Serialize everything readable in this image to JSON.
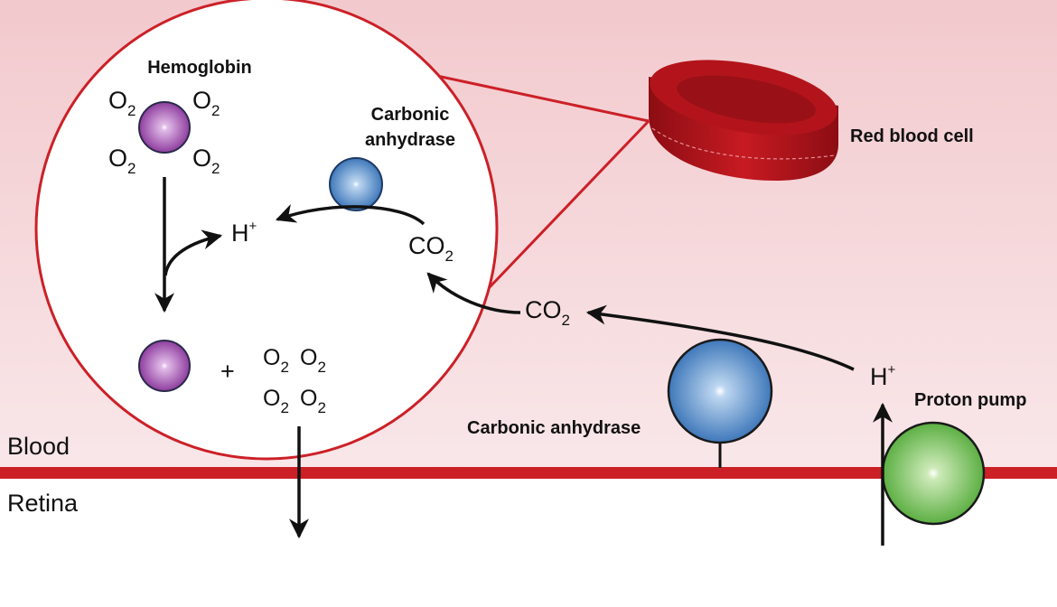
{
  "colors": {
    "blood_top": "#f2c9cd",
    "blood_bottom": "#f9e7e9",
    "retina": "#ffffff",
    "membrane": "#cc2027",
    "callout_outline": "#cc2027",
    "hemoglobin": "#8e3d9e",
    "carbonic_anhydrase": "#3f78ba",
    "proton_pump": "#5caf43",
    "red_blood_cell": "#b3141b",
    "arrow": "#111111"
  },
  "labels": {
    "hemoglobin": "Hemoglobin",
    "carbonic_anhydrase_inner_line1": "Carbonic",
    "carbonic_anhydrase_inner_line2": "anhydrase",
    "red_blood_cell": "Red blood cell",
    "carbonic_anhydrase": "Carbonic anhydrase",
    "proton_pump": "Proton pump",
    "blood": "Blood",
    "retina": "Retina"
  },
  "chem": {
    "oxygen": "O",
    "oxygen_sub": "2",
    "co2": "CO",
    "co2_sub": "2",
    "proton": "H",
    "proton_sup": "+",
    "plus": "+"
  },
  "icons": [
    "hemoglobin-molecule-icon",
    "carbonic-anhydrase-icon",
    "proton-pump-icon",
    "red-blood-cell-icon"
  ]
}
